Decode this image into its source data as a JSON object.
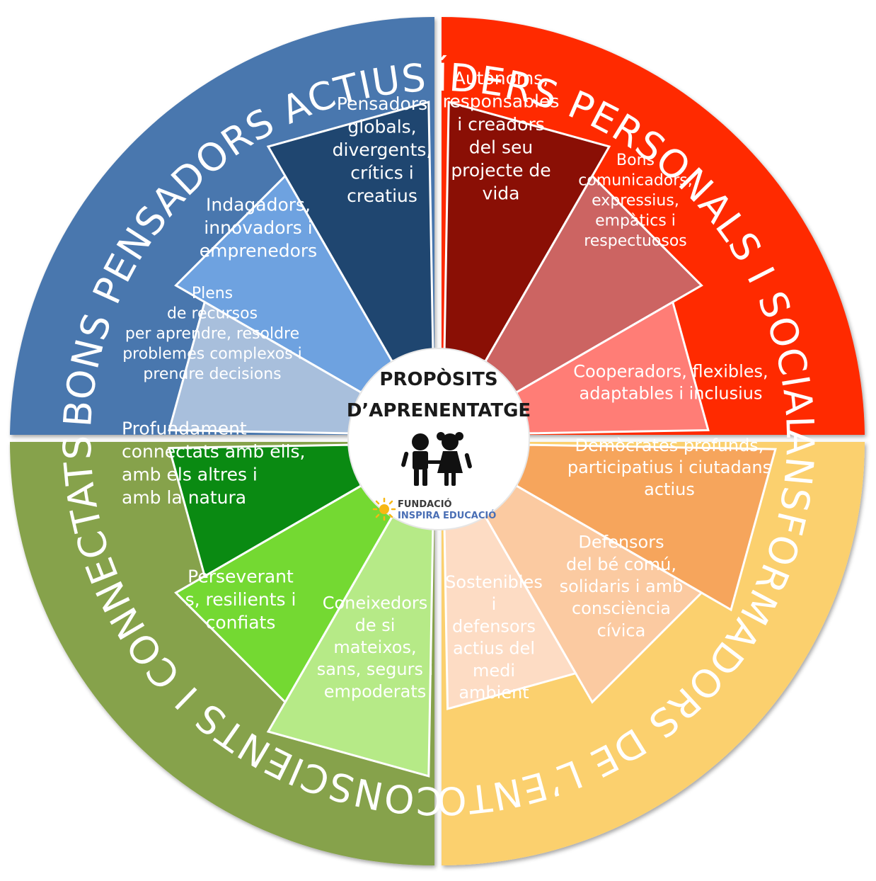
{
  "center": {
    "title_line1": "PROPÒSITS",
    "title_line2": "D’APRENENTATGE",
    "icon": "children-icon",
    "logo_line1": "FUNDACIÓ",
    "logo_line2": "INSPIRA EDUCACIÓ"
  },
  "quadrants": [
    {
      "label": "BONS PENSADORS ACTIUS",
      "color": "#4a77ae"
    },
    {
      "label": "LÍDERS PERSONALS I SOCIALS",
      "color": "#ff2a00"
    },
    {
      "label": "TRANSFORMADORS DE L’ENTORN",
      "color": "#fbd06e"
    },
    {
      "label": "CONSCIENTS I CONNECTATS",
      "color": "#86a24b"
    }
  ],
  "segments": [
    {
      "lines": [
        "Pensadors",
        "globals,",
        "divergents,",
        "crítics i",
        "creatius"
      ],
      "color": "#1f4670",
      "text_color": "#ffffff"
    },
    {
      "lines": [
        "Indagadors,",
        "innovadors i",
        "emprenedors"
      ],
      "color": "#6ea2e0",
      "text_color": "#ffffff"
    },
    {
      "lines": [
        "Plens",
        "de recursos",
        "per aprendre, resoldre",
        "problemes complexos i",
        "prendre decisions"
      ],
      "color": "#a8bfdc",
      "text_color": "#ffffff"
    },
    {
      "lines": [
        "Autònoms,",
        "responsables",
        "i creadors",
        "del seu",
        "projecte de",
        "vida"
      ],
      "color": "#8a0f05",
      "text_color": "#ffffff"
    },
    {
      "lines": [
        "Bons",
        "comunicadors,",
        "expressius,",
        "empàtics i",
        "respectuosos"
      ],
      "color": "#cc6462",
      "text_color": "#ffffff"
    },
    {
      "lines": [
        "Cooperadors, flexibles,",
        "adaptables i inclusius"
      ],
      "color": "#ff7d76",
      "text_color": "#ffffff"
    },
    {
      "lines": [
        "Demòcrates profunds,",
        "participatius i ciutadans",
        "actius"
      ],
      "color": "#f6a55c",
      "text_color": "#ffffff"
    },
    {
      "lines": [
        "Defensors",
        "del bé comú,",
        "solidaris i amb",
        "consciència",
        "cívica"
      ],
      "color": "#fbcaa1",
      "text_color": "#ffffff"
    },
    {
      "lines": [
        "Sostenibles",
        "i",
        "defensors",
        "actius del",
        "medi",
        "ambient"
      ],
      "color": "#fddcc4",
      "text_color": "#ffffff"
    },
    {
      "lines": [
        "Coneixedors",
        "de si",
        "mateixos,",
        "sans, segurs i",
        "empoderats"
      ],
      "color": "#b6ea87",
      "text_color": "#ffffff"
    },
    {
      "lines": [
        "Perseverant",
        "s, resilients i",
        "confiats"
      ],
      "color": "#74d932",
      "text_color": "#ffffff"
    },
    {
      "lines": [
        "Profundament",
        "connectats amb ells,",
        "amb els altres i",
        "amb la natura"
      ],
      "color": "#0a8a12",
      "text_color": "#ffffff"
    }
  ]
}
